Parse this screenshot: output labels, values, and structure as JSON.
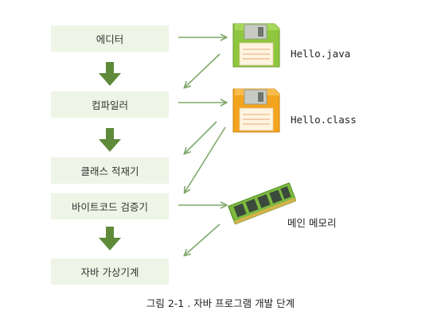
{
  "steps": [
    "에디터",
    "컴파일러",
    "클래스 적재기",
    "바이트코드 검증기",
    "자바 가상기계"
  ],
  "files": {
    "java": "Hello.java",
    "class": "Hello.class"
  },
  "memory_label": "메인 메모리",
  "caption": "그림 2-1 . 자바 프로그램 개발 단계",
  "colors": {
    "step_box": "#eef5e6",
    "down_arrow": "#5f8a3a",
    "connector": "#7fa86a",
    "disk_green": "#8fc63f",
    "disk_orange": "#f3a41e",
    "memory_board": "#7dba3f"
  },
  "icons": [
    "down-arrow-icon",
    "floppy-disk-icon",
    "memory-module-icon"
  ]
}
